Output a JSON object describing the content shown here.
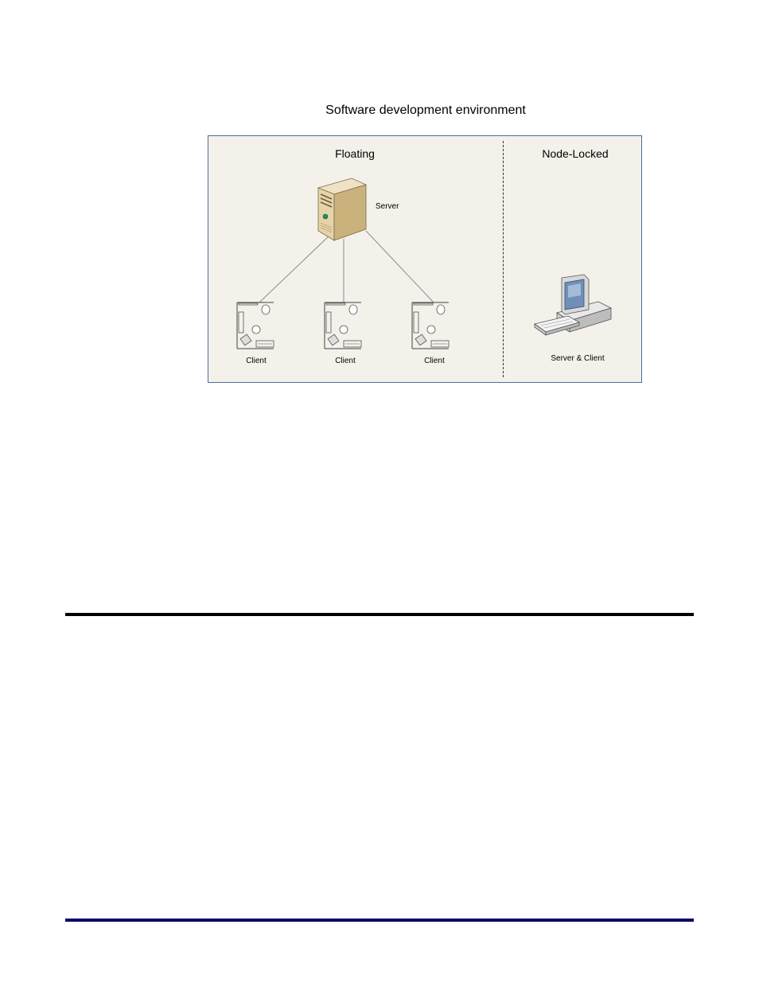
{
  "diagram": {
    "title": "Software development environment",
    "sections": {
      "floating": "Floating",
      "node_locked": "Node-Locked"
    },
    "server": {
      "label": "Server",
      "icon": "server-tower-icon"
    },
    "clients": [
      {
        "label": "Client",
        "icon": "workstation-desk-icon"
      },
      {
        "label": "Client",
        "icon": "workstation-desk-icon"
      },
      {
        "label": "Client",
        "icon": "workstation-desk-icon"
      }
    ],
    "node_locked_machine": {
      "label": "Server & Client",
      "icon": "desktop-computer-icon"
    }
  },
  "colors": {
    "diagram_background": "#f3f1ea",
    "diagram_border": "#4a6fa0",
    "footer_rule": "#000066",
    "header_rule": "#000000"
  }
}
